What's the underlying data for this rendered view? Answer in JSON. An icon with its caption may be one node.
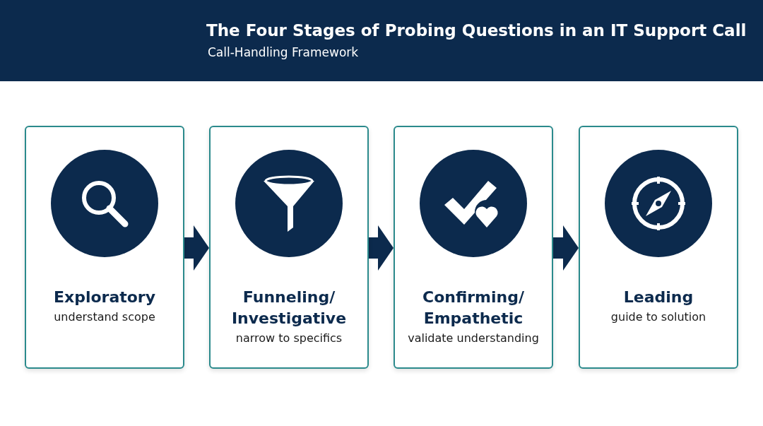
{
  "diagram": {
    "title": "The Four Stages of Probing **Questions** in an IT Support Call",
    "nodes": [
      {
        "text": [
          "Exploratory",
          "understand scope"
        ]
      },
      {
        "text": [
          "Funneling/ Investigative",
          "narrow to specifics"
        ]
      },
      {
        "text": [
          "Confirming/ Empathetic",
          "validate understanding"
        ]
      },
      {
        "text": [
          "Leading",
          "guide to solution"
        ]
      }
    ],
    "edges": [
      {
        "from": 0,
        "to": 1,
        "arrow": "to"
      },
      {
        "from": 1,
        "to": 2,
        "arrow": "to"
      },
      {
        "from": 2,
        "to": 3,
        "arrow": "to"
      }
    ],
    "labels": [
      "Call-Handling Framework"
    ]
  }
}
